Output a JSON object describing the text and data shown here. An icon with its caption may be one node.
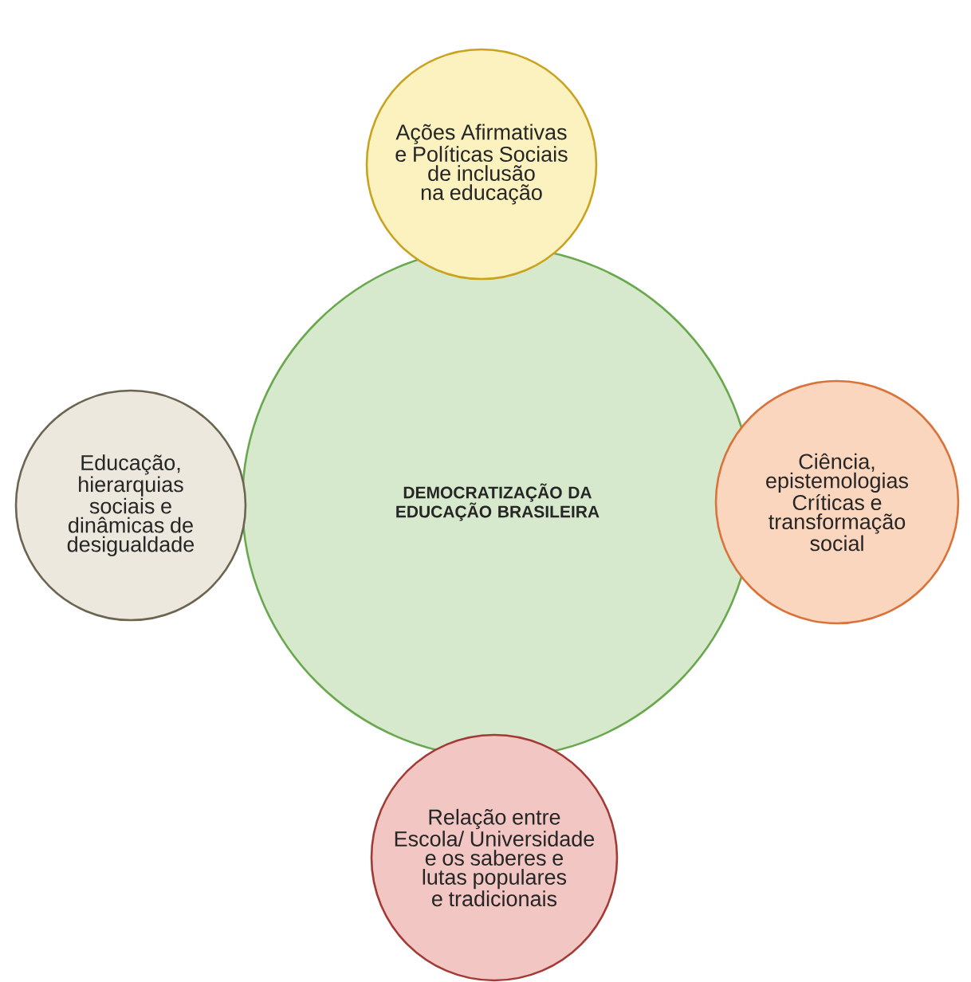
{
  "diagram": {
    "nodes": [
      {
        "text": [
          "DEMOCRATIZAÇÃO DA EDUCAÇÃO BRASILEIRA"
        ]
      },
      {
        "text": [
          "Ações Afirmativas e Políticas Sociais de inclusão na educação"
        ]
      },
      {
        "text": [
          "Educação, hierarquias sociais e dinâmicas de desigualdade"
        ]
      },
      {
        "text": [
          "Ciência, epistemologias Críticas e transformação social"
        ]
      },
      {
        "text": [
          "Relação entre Escola/ Universidade e os saberes e lutas populares e tradicionais"
        ]
      }
    ]
  }
}
